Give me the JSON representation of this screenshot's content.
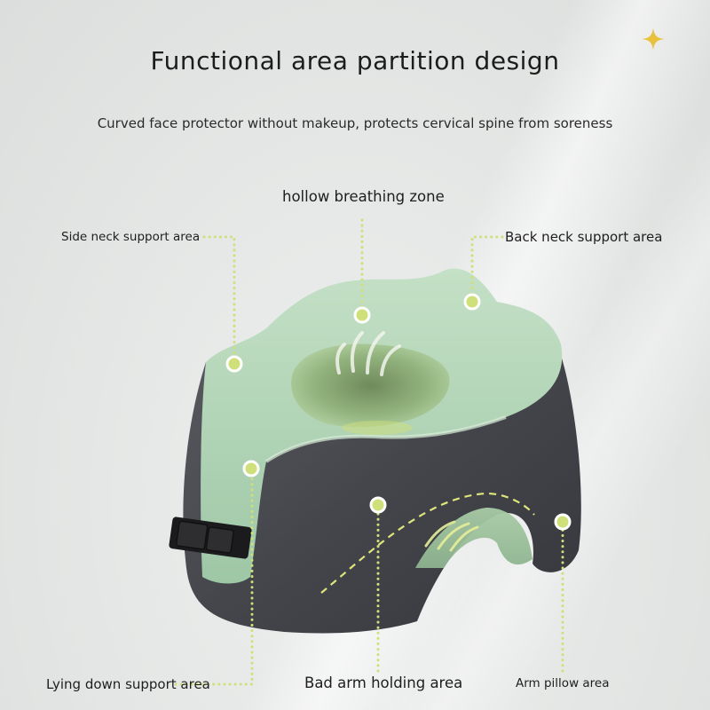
{
  "title": "Functional area partition design",
  "subtitle": "Curved face protector without makeup, protects cervical spine from soreness",
  "labels": {
    "hollow_breathing_zone": "hollow breathing zone",
    "side_neck_support_area": "Side neck support area",
    "back_neck_support_area": "Back neck support area",
    "lying_down_support_area": "Lying down support area",
    "bad_arm_holding_area": "Bad arm holding area",
    "arm_pillow_area": "Arm pillow area"
  },
  "colors": {
    "accent_dots": "#cfe07a",
    "pillow_green": "#a9cfb0",
    "pillow_gray": "#4a4c52",
    "sparkle": "#e8c23c"
  },
  "icons": [
    "sparkle-icon",
    "airflow-arrows-icon",
    "buckle-icon"
  ]
}
